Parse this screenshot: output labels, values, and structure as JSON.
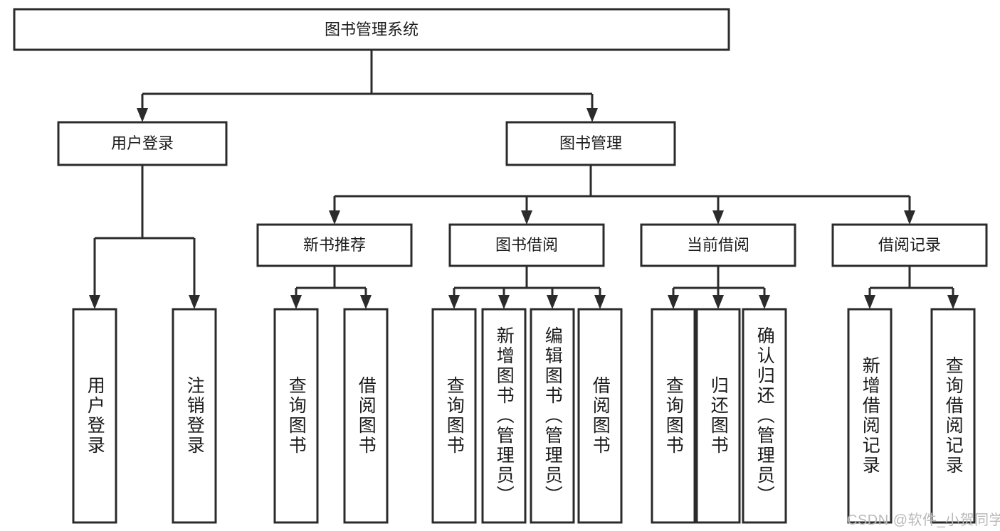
{
  "diagram": {
    "type": "tree-hierarchy",
    "orientation": "top-down",
    "root": {
      "label": "图书管理系统",
      "level": 1
    },
    "level2": [
      {
        "label": "用户登录"
      },
      {
        "label": "图书管理"
      }
    ],
    "level3": [
      {
        "label": "新书推荐",
        "parent": "图书管理"
      },
      {
        "label": "图书借阅",
        "parent": "图书管理"
      },
      {
        "label": "当前借阅",
        "parent": "图书管理"
      },
      {
        "label": "借阅记录",
        "parent": "图书管理"
      }
    ],
    "leaves": {
      "用户登录": [
        {
          "label": "用户登录"
        },
        {
          "label": "注销登录"
        }
      ],
      "新书推荐": [
        {
          "label": "查询图书"
        },
        {
          "label": "借阅图书"
        }
      ],
      "图书借阅": [
        {
          "label": "查询图书"
        },
        {
          "label": "新增图书（管理员）"
        },
        {
          "label": "编辑图书（管理员）"
        },
        {
          "label": "借阅图书"
        }
      ],
      "当前借阅": [
        {
          "label": "查询图书"
        },
        {
          "label": "归还图书"
        },
        {
          "label": "确认归还（管理员）"
        }
      ],
      "借阅记录": [
        {
          "label": "新增借阅记录"
        },
        {
          "label": "查询借阅记录"
        }
      ]
    },
    "colors": {
      "stroke": "#2b2b2b",
      "fill": "#ffffff",
      "text": "#1b1b1b",
      "watermark": "#b9b9b9"
    }
  },
  "watermark": {
    "text": "CSDN @软件_小贺同学"
  }
}
